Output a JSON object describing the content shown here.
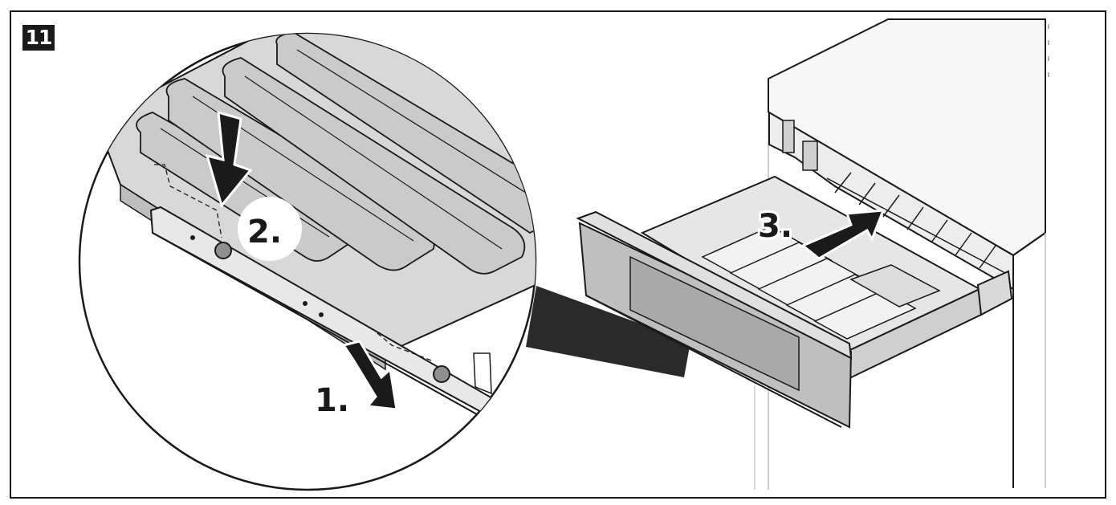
{
  "figure": {
    "step_number": "11",
    "labels": {
      "step1": "1.",
      "step2": "2.",
      "step3": "3."
    }
  },
  "colors": {
    "line": "#1a1a1a",
    "panel_light": "#e9e9e9",
    "panel_mid": "#cfcfcf",
    "panel_dark": "#a9a9a9",
    "shadow": "#2a2a2a"
  },
  "icons": {
    "arrow_down": "arrow-down-icon",
    "arrow_pull": "arrow-down-right-icon",
    "arrow_push": "arrow-up-right-icon"
  }
}
